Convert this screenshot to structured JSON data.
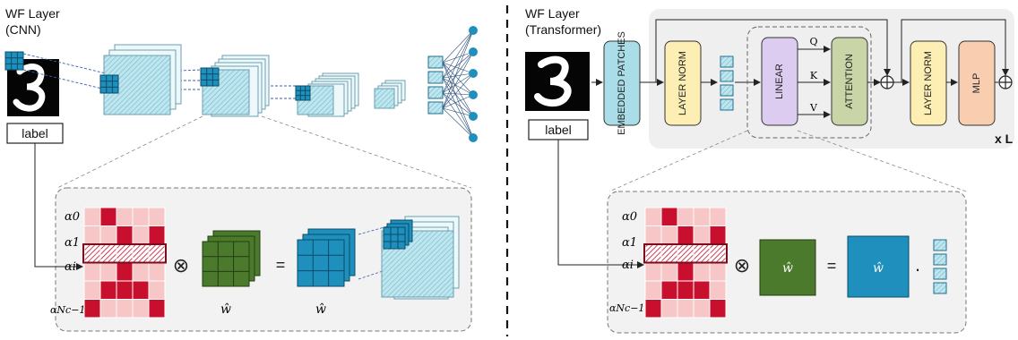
{
  "left": {
    "title_line1": "WF Layer",
    "title_line2": "(CNN)",
    "input_label": "label",
    "alpha_labels": [
      "α0",
      "α1",
      "αi",
      "αNc−1"
    ],
    "w_hat_label": "ŵ",
    "w_hat_label_2": "ŵ",
    "otimes": "⊗",
    "equals": "="
  },
  "right": {
    "title_line1": "WF Layer",
    "title_line2": "(Transformer)",
    "input_label": "label",
    "blocks": {
      "embedded": "EMBEDDED PATCHES",
      "layer_norm_1": "LAYER NORM",
      "linear": "LINEAR",
      "attention": "ATTENTION",
      "layer_norm_2": "LAYER NORM",
      "mlp": "MLP"
    },
    "qkv": [
      "Q",
      "K",
      "V"
    ],
    "repeat": "x L",
    "alpha_labels": [
      "α0",
      "α1",
      "αi",
      "αNc−1"
    ],
    "w_hat_green": "ŵ",
    "w_hat_blue": "ŵ",
    "otimes": "⊗",
    "equals": "=",
    "dot": "·"
  },
  "colors": {
    "cyan": "#a9dde8",
    "blue": "#1f8fbd",
    "green": "#4c7a2c",
    "red": "#c8102e",
    "pink": "#f7c6c6",
    "yellow": "#fdeeb4",
    "orange": "#f8cdb0",
    "purple": "#dcccf0",
    "olive": "#c9d4a7",
    "panel": "#f2f2f2"
  },
  "matrix_pattern": [
    [
      0,
      1,
      0,
      0,
      0
    ],
    [
      0,
      0,
      1,
      0,
      1
    ],
    [
      1,
      1,
      1,
      1,
      1
    ],
    [
      0,
      0,
      1,
      0,
      0
    ],
    [
      0,
      1,
      1,
      1,
      0
    ],
    [
      1,
      0,
      0,
      0,
      1
    ]
  ]
}
